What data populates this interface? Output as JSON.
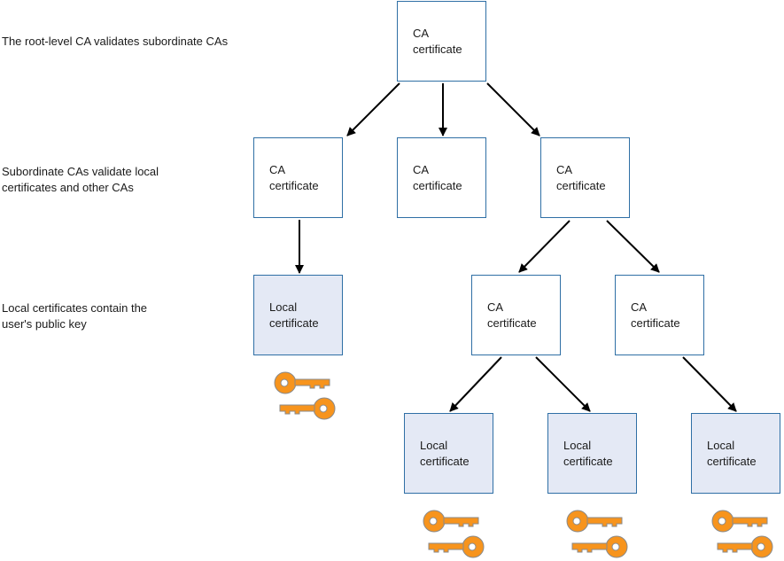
{
  "captions": {
    "root": "The root-level CA validates subordinate CAs",
    "subordinate": "Subordinate CAs validate local\ncertificates and other CAs",
    "local": "Local certificates contain the\nuser's public key"
  },
  "nodes": {
    "root_ca": "CA\ncertificate",
    "sub_ca_left": "CA\ncertificate",
    "sub_ca_middle": "CA\ncertificate",
    "sub_ca_right": "CA\ncertificate",
    "local_left": "Local\ncertificate",
    "ca_level3_left": "CA\ncertificate",
    "ca_level3_right": "CA\ncertificate",
    "local_bottom_1": "Local\ncertificate",
    "local_bottom_2": "Local\ncertificate",
    "local_bottom_3": "Local\ncertificate"
  },
  "colors": {
    "box_border": "#2f6fa5",
    "local_fill": "#e4e9f5",
    "key_fill": "#f7941d",
    "key_stroke": "#8a8a8a",
    "arrow": "#000000"
  },
  "icons": {
    "key": "key-pair-icon"
  }
}
